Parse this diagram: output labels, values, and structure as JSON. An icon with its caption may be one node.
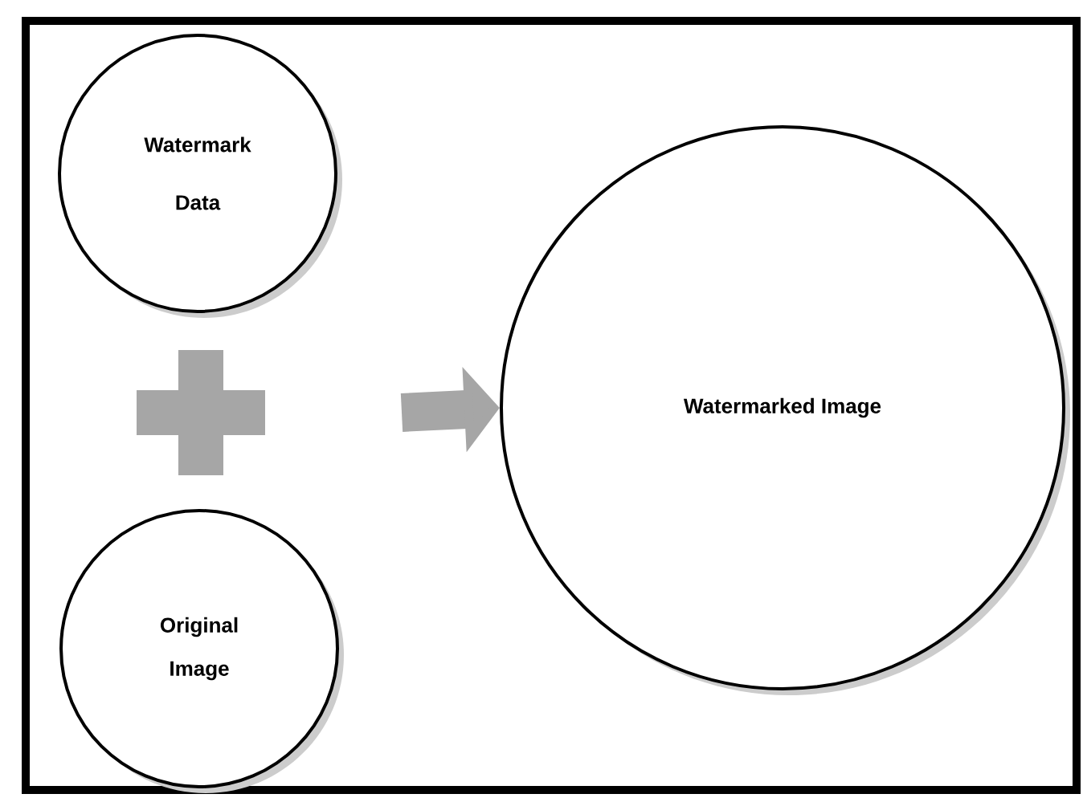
{
  "diagram": {
    "nodes": [
      {
        "text": [
          "Watermark Data"
        ]
      },
      {
        "text": [
          "Original Image"
        ]
      },
      {
        "text": [
          "Watermarked Image"
        ]
      }
    ],
    "edges": [
      {
        "from": null,
        "to": 2,
        "arrow": "to"
      }
    ]
  }
}
